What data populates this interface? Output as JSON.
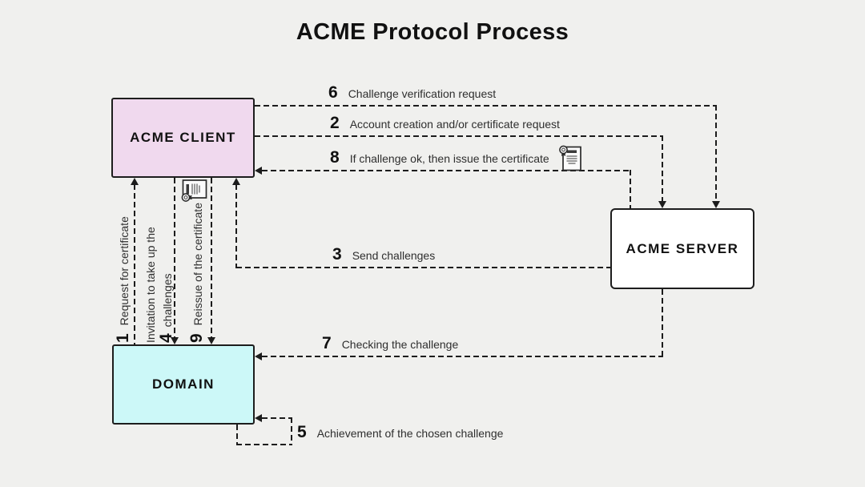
{
  "title": "ACME Protocol Process",
  "nodes": {
    "client": {
      "label": "ACME CLIENT",
      "fill": "#f0d9ee"
    },
    "server": {
      "label": "ACME SERVER",
      "fill": "#ffffff"
    },
    "domain": {
      "label": "DOMAIN",
      "fill": "#ccf8f8"
    }
  },
  "steps": {
    "s1": {
      "num": "1",
      "label": "Request for certificate",
      "from": "domain",
      "to": "client"
    },
    "s2": {
      "num": "2",
      "label": "Account creation and/or certificate request",
      "from": "client",
      "to": "server"
    },
    "s3": {
      "num": "3",
      "label": "Send challenges",
      "from": "server",
      "to": "client"
    },
    "s4": {
      "num": "4",
      "label": "Invitation to take up the challenges",
      "line1": "Invitation to take up the",
      "line2": "challenges",
      "from": "client",
      "to": "domain"
    },
    "s5": {
      "num": "5",
      "label": "Achievement of the chosen challenge",
      "from": "domain",
      "to": "domain"
    },
    "s6": {
      "num": "6",
      "label": "Challenge verification request",
      "from": "client",
      "to": "server"
    },
    "s7": {
      "num": "7",
      "label": "Checking the challenge",
      "from": "server",
      "to": "domain"
    },
    "s8": {
      "num": "8",
      "label": "If challenge ok, then issue the certificate",
      "from": "server",
      "to": "client"
    },
    "s9": {
      "num": "9",
      "label": "Reissue of the certificate",
      "from": "client",
      "to": "domain"
    }
  },
  "icons": {
    "certificate_on_step8": "certificate-icon",
    "certificate_on_step9": "certificate-icon"
  },
  "colors": {
    "background": "#f0f0ee",
    "line": "#1c1c1c",
    "text": "#2e2e2e",
    "border": "#1d1d1d"
  }
}
